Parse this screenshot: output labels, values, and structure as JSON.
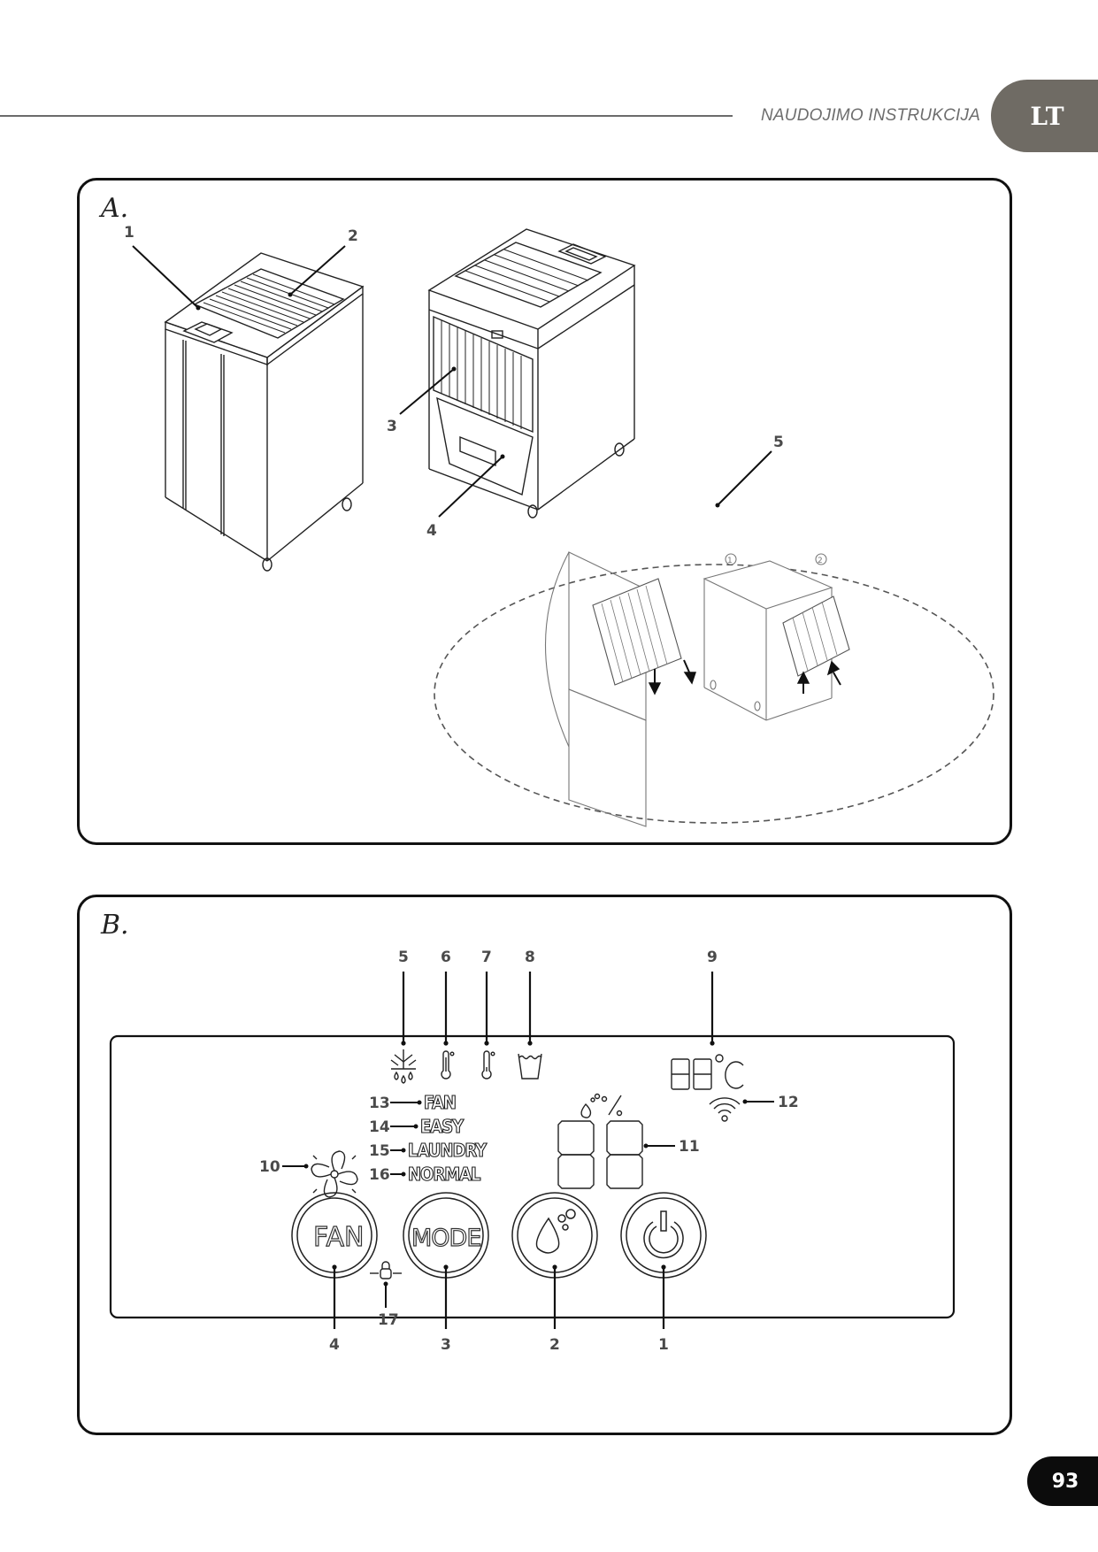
{
  "header": {
    "title": "NAUDOJIMO INSTRUKCIJA",
    "language_tab": "LT"
  },
  "panelA": {
    "letter": "A.",
    "callouts": [
      "1",
      "2",
      "3",
      "4",
      "5"
    ],
    "filter_steps": [
      "1",
      "2"
    ]
  },
  "panelB": {
    "letter": "B.",
    "top_callouts": [
      "5",
      "6",
      "7",
      "8",
      "9"
    ],
    "mode_labels": [
      {
        "num": "13",
        "label": "FAN"
      },
      {
        "num": "14",
        "label": "EASY"
      },
      {
        "num": "15",
        "label": "LAUNDRY"
      },
      {
        "num": "16",
        "label": "NORMAL"
      }
    ],
    "callout_fan_icon": "10",
    "callout_humidity_display": "11",
    "callout_wifi": "12",
    "callout_lock": "17",
    "temp_display": "88",
    "temp_unit": "°C",
    "humidity_unit": "%",
    "buttons": [
      {
        "label": "FAN",
        "num": "4",
        "icon": "fan-text"
      },
      {
        "label": "MODE",
        "num": "3",
        "icon": "mode-text"
      },
      {
        "label": "",
        "num": "2",
        "icon": "humidity-drop-icon"
      },
      {
        "label": "",
        "num": "1",
        "icon": "power-icon"
      }
    ],
    "icons": [
      "defrost-icon",
      "thermometer-high-icon",
      "thermometer-low-icon",
      "water-tank-icon",
      "temperature-display",
      "wifi-icon",
      "fan-icon",
      "lock-icon"
    ]
  },
  "footer": {
    "page_number": "93"
  }
}
